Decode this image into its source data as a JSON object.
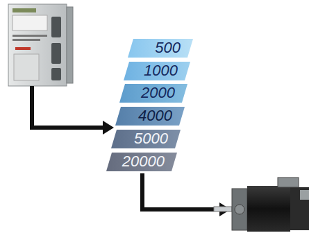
{
  "diagram": {
    "nodes": [
      {
        "text": [
          "500"
        ]
      },
      {
        "text": [
          "1000"
        ]
      },
      {
        "text": [
          "2000"
        ]
      },
      {
        "text": [
          "4000"
        ]
      },
      {
        "text": [
          "5000"
        ]
      },
      {
        "text": [
          "20000"
        ]
      }
    ]
  }
}
